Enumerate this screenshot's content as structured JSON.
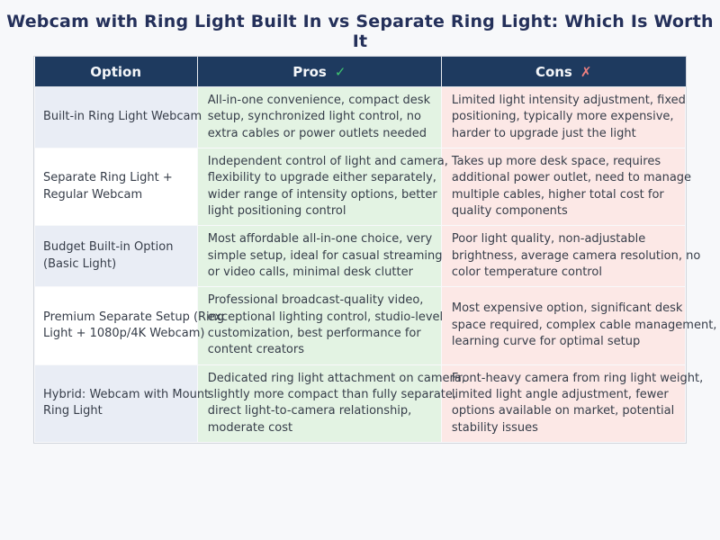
{
  "chart_data": {
    "type": "table",
    "title": "Webcam with Ring Light Built In vs Separate Ring Light: Which Is Worth It",
    "columns": [
      {
        "label": "Option",
        "icon": ""
      },
      {
        "label": "Pros",
        "icon": "✓"
      },
      {
        "label": "Cons",
        "icon": "✗"
      }
    ],
    "rows": [
      {
        "option": "Built-in Ring Light Webcam",
        "pros": "All-in-one convenience, compact desk\nsetup, synchronized light control, no\nextra cables or power outlets needed",
        "cons": "Limited light intensity adjustment, fixed\npositioning, typically more expensive,\nharder to upgrade just the light"
      },
      {
        "option": "Separate Ring Light +\nRegular Webcam",
        "pros": "Independent control of light and camera,\nflexibility to upgrade either separately,\nwider range of intensity options, better\nlight positioning control",
        "cons": "Takes up more desk space, requires\nadditional power outlet, need to manage\nmultiple cables, higher total cost for\nquality components"
      },
      {
        "option": "Budget Built-in Option\n(Basic Light)",
        "pros": "Most affordable all-in-one choice, very\nsimple setup, ideal for casual streaming\nor video calls, minimal desk clutter",
        "cons": "Poor light quality, non-adjustable\nbrightness, average camera resolution, no\ncolor temperature control"
      },
      {
        "option": "Premium Separate Setup (Ring\nLight + 1080p/4K Webcam)",
        "pros": "Professional broadcast-quality video,\nexceptional lighting control, studio-level\ncustomization, best performance for\ncontent creators",
        "cons": "Most expensive option, significant desk\nspace required, complex cable management,\nlearning curve for optimal setup"
      },
      {
        "option": "Hybrid: Webcam with Mount\nRing Light",
        "pros": "Dedicated ring light attachment on camera,\nslightly more compact than fully separate,\ndirect light-to-camera relationship,\nmoderate cost",
        "cons": "Front-heavy camera from ring light weight,\nlimited light angle adjustment, fewer\noptions available on market, potential\nstability issues"
      }
    ],
    "layout": {
      "grid": "off",
      "legend": "none"
    }
  },
  "colors": {
    "page_bg": "#f7f8fa",
    "title_text": "#24305a",
    "header_bg": "#1e3a5f",
    "header_text": "#f4f6f9",
    "option_row_alt_bg": "#e9edf5",
    "option_row_bg": "#ffffff",
    "pros_bg": "#e3f3e3",
    "cons_bg": "#fce8e6",
    "body_text": "#363d49",
    "check_green": "#3fc46f",
    "cross_red": "#ef8080",
    "table_border": "#d3d6dd"
  }
}
